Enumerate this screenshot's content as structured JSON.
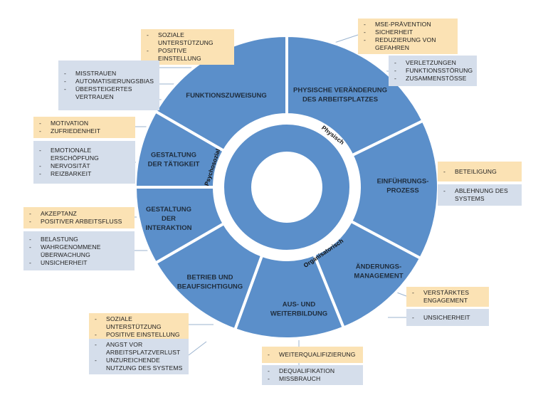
{
  "colors": {
    "segment_fill": "#5b8fca",
    "segment_stroke": "#ffffff",
    "inner_ring": "#5b8fca",
    "positive_box": "#fbe2b4",
    "negative_box": "#d5deeb",
    "connector": "#9bb3cf"
  },
  "inner_ring": {
    "labels": [
      "Physisch",
      "Psychosozial",
      "Organisatorisch"
    ]
  },
  "segments": [
    {
      "id": "funktionszuweisung",
      "lines": [
        "FUNKTIONSZUWEISUNG"
      ]
    },
    {
      "id": "physische-veraenderung",
      "lines": [
        "PHYSISCHE VERÄNDERUNG",
        "DES ARBEITSPLATZES"
      ]
    },
    {
      "id": "einfuehrungsprozess",
      "lines": [
        "EINFÜHRUNGS-",
        "PROZESS"
      ]
    },
    {
      "id": "aenderungsmanagement",
      "lines": [
        "ÄNDERUNGS-",
        "MANAGEMENT"
      ]
    },
    {
      "id": "aus-und-weiterbildung",
      "lines": [
        "AUS- UND",
        "WEITERBILDUNG"
      ]
    },
    {
      "id": "betrieb-und-beaufsichtigung",
      "lines": [
        "BETRIEB UND",
        "BEAUFSICHTIGUNG"
      ]
    },
    {
      "id": "gestaltung-der-interaktion",
      "lines": [
        "GESTALTUNG",
        "DER",
        "INTERAKTION"
      ]
    },
    {
      "id": "gestaltung-der-taetigkeit",
      "lines": [
        "GESTALTUNG",
        "DER TÄTIGKEIT"
      ]
    }
  ],
  "boxes": [
    {
      "id": "funktionszuweisung-positive",
      "kind": "positive",
      "items": [
        "SOZIALE UNTERSTÜTZUNG",
        "POSITIVE EINSTELLUNG"
      ]
    },
    {
      "id": "funktionszuweisung-negative",
      "kind": "negative",
      "items": [
        "MISSTRAUEN",
        "AUTOMATISIERUNGSBIAS",
        "ÜBERSTEIGERTES VERTRAUEN"
      ]
    },
    {
      "id": "physisch-positive",
      "kind": "positive",
      "items": [
        "MSE-PRÄVENTION",
        "SICHERHEIT",
        "REDUZIERUNG VON GEFAHREN"
      ]
    },
    {
      "id": "physisch-negative",
      "kind": "negative",
      "items": [
        "VERLETZUNGEN",
        "FUNKTIONSSTÖRUNG",
        "ZUSAMMENSTÖSSE"
      ]
    },
    {
      "id": "taetigkeit-positive",
      "kind": "positive",
      "items": [
        "MOTIVATION",
        "ZUFRIEDENHEIT"
      ]
    },
    {
      "id": "taetigkeit-negative",
      "kind": "negative",
      "items": [
        "EMOTIONALE ERSCHÖPFUNG",
        "NERVOSITÄT",
        "REIZBARKEIT"
      ]
    },
    {
      "id": "einfuehrung-positive",
      "kind": "positive",
      "items": [
        "BETEILIGUNG"
      ]
    },
    {
      "id": "einfuehrung-negative",
      "kind": "negative",
      "items": [
        "ABLEHNUNG DES SYSTEMS"
      ]
    },
    {
      "id": "interaktion-positive",
      "kind": "positive",
      "items": [
        "AKZEPTANZ",
        "POSITIVER ARBEITSFLUSS"
      ]
    },
    {
      "id": "interaktion-negative",
      "kind": "negative",
      "items": [
        "BELASTUNG",
        "WAHRGENOMMENE ÜBERWACHUNG",
        "UNSICHERHEIT"
      ]
    },
    {
      "id": "aenderung-positive",
      "kind": "positive",
      "items": [
        "VERSTÄRKTES ENGAGEMENT"
      ]
    },
    {
      "id": "aenderung-negative",
      "kind": "negative",
      "items": [
        "UNSICHERHEIT"
      ]
    },
    {
      "id": "betrieb-positive",
      "kind": "positive",
      "items": [
        "SOZIALE UNTERSTÜTZUNG",
        "POSITIVE EINSTELLUNG"
      ]
    },
    {
      "id": "betrieb-negative",
      "kind": "negative",
      "items": [
        "ANGST VOR ARBEITSPLATZVERLUST",
        "UNZUREICHENDE NUTZUNG DES SYSTEMS"
      ]
    },
    {
      "id": "weiterbildung-positive",
      "kind": "positive",
      "items": [
        "WEITERQUALIFIZIERUNG"
      ]
    },
    {
      "id": "weiterbildung-negative",
      "kind": "negative",
      "items": [
        "DEQUALIFIKATION",
        "MISSBRAUCH"
      ]
    }
  ]
}
